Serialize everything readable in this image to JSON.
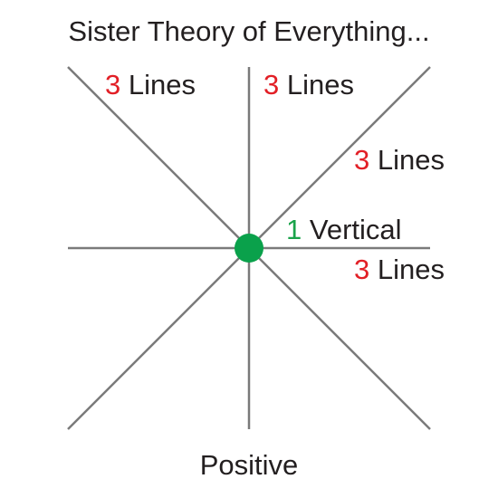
{
  "title": "Sister Theory of Everything...",
  "footer": "Positive",
  "labels": {
    "top_left": {
      "count": "3",
      "text": "Lines"
    },
    "top_center": {
      "count": "3",
      "text": "Lines"
    },
    "upper_right": {
      "count": "3",
      "text": "Lines"
    },
    "mid_right": {
      "count": "1",
      "text": "Vertical"
    },
    "lower_right": {
      "count": "3",
      "text": "Lines"
    }
  },
  "colors": {
    "line": "#7a7a7a",
    "center_dot": "#0aa14b",
    "count_red": "#e21f26",
    "count_green": "#1aa34a",
    "text": "#231f20"
  }
}
